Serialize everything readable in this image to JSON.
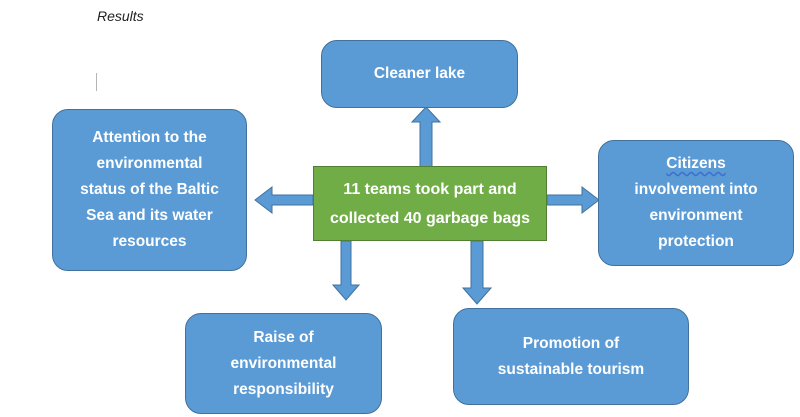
{
  "heading": "Results",
  "diagram": {
    "center": {
      "lines": [
        "11 teams took part and",
        "collected 40 garbage bags"
      ],
      "color": "#70ad47"
    },
    "top": {
      "lines": [
        "Cleaner lake"
      ]
    },
    "left": {
      "lines": [
        "Attention to the",
        "environmental",
        "status of the Baltic",
        "Sea and its water",
        "resources"
      ]
    },
    "right": {
      "lines": [
        "Citizens",
        "involvement into",
        "environment",
        "protection"
      ]
    },
    "bottom_left": {
      "lines": [
        "Raise of",
        "environmental",
        "responsibility"
      ]
    },
    "bottom_right": {
      "lines": [
        "Promotion of",
        "sustainable tourism"
      ]
    },
    "box_color": "#5b9bd5",
    "arrow_color": "#5b9bd5"
  }
}
